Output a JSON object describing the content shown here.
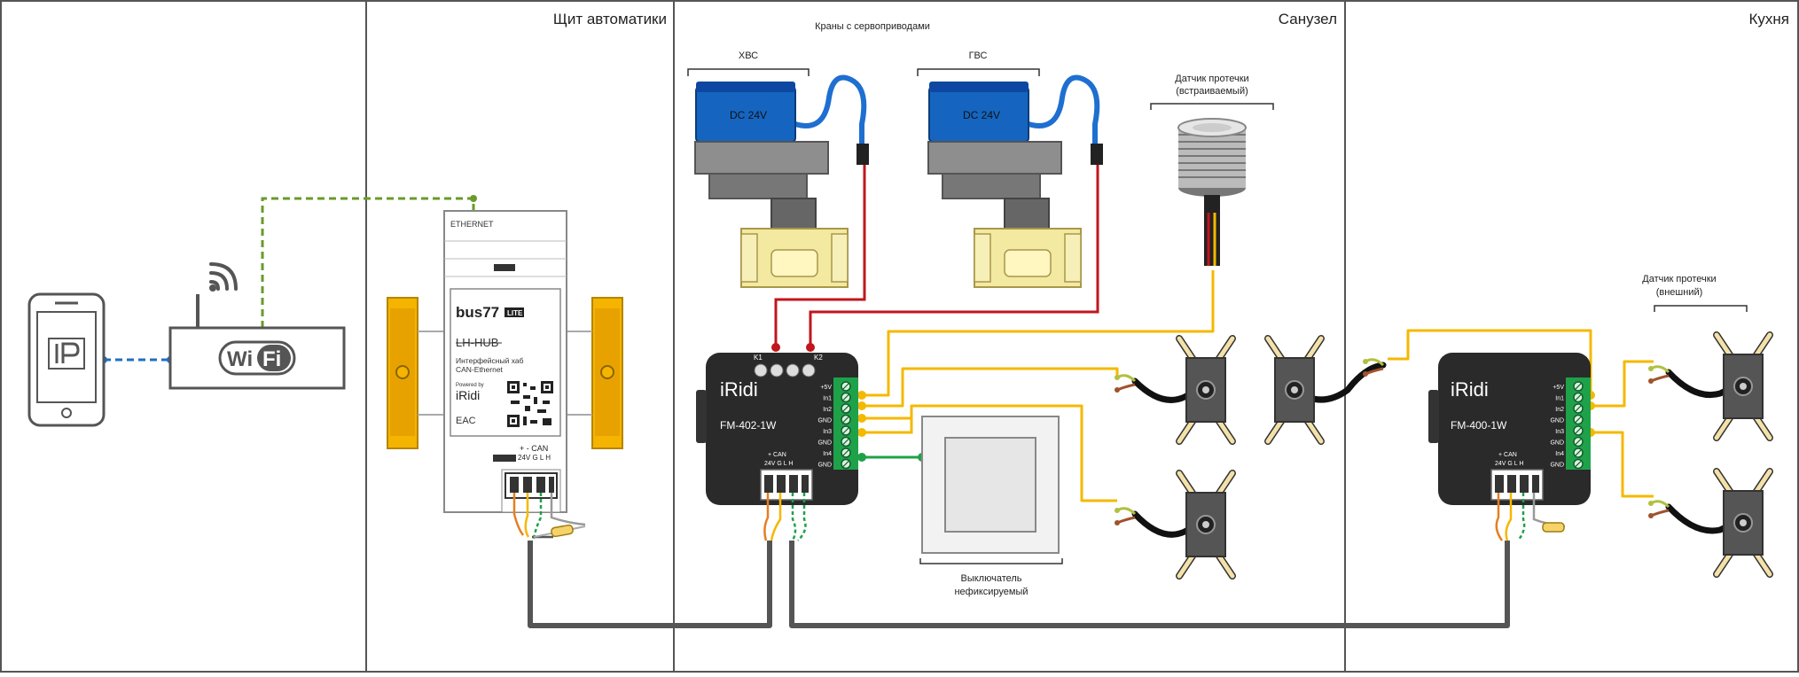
{
  "zones": {
    "shield": "Щит автоматики",
    "bathroom": "Санузел",
    "kitchen": "Кухня"
  },
  "valves": {
    "group_label": "Краны с сервоприводами",
    "cold": {
      "label": "ХВС",
      "actuator_text": "DC 24V"
    },
    "hot": {
      "label": "ГВС",
      "actuator_text": "DC 24V"
    }
  },
  "sensor_builtin": {
    "line1": "Датчик протечки",
    "line2": "(встраиваемый)"
  },
  "sensor_external": {
    "line1": "Датчик протечки",
    "line2": "(внешний)"
  },
  "switch_caption": {
    "line1": "Выключатель",
    "line2": "нефиксируемый"
  },
  "hub": {
    "ethernet": "ETHERNET",
    "brand": "bus77",
    "brand_badge": "LITE",
    "model": "LH-HUB",
    "desc1": "Интерфейсный хаб",
    "desc2": "CAN-Ethernet",
    "powered_by": "Powered by",
    "powered_brand": "iRidi",
    "cert": "EAC",
    "term_top": "+  -   CAN",
    "term_bottom": "24V G   L  H"
  },
  "fm402": {
    "brand": "iRidi",
    "model": "FM-402-1W",
    "pins": [
      "+5V",
      "In1",
      "In2",
      "GND",
      "In3",
      "GND",
      "In4",
      "GND"
    ],
    "k1": "K1",
    "k2": "K2",
    "term_top": "+    CAN",
    "term_bottom": "24V G  L  H"
  },
  "fm400": {
    "brand": "iRidi",
    "model": "FM-400-1W",
    "pins": [
      "+5V",
      "In1",
      "In2",
      "GND",
      "In3",
      "GND",
      "In4",
      "GND"
    ],
    "term_top": "+    CAN",
    "term_bottom": "24V G  L  H"
  },
  "router": {
    "wi": "Wi",
    "fi": "Fi"
  },
  "colors": {
    "wire_yellow": "#f5b800",
    "wire_red": "#c0161c",
    "wire_green_dash": "#6a9a2a",
    "wire_blue_dash": "#1f6fc0",
    "bus_cable": "#555555",
    "module_body": "#2a2a2a",
    "terminal_green": "#1fa14a",
    "actuator_blue": "#1565c0",
    "valve_brass": "#f3e9a0"
  }
}
